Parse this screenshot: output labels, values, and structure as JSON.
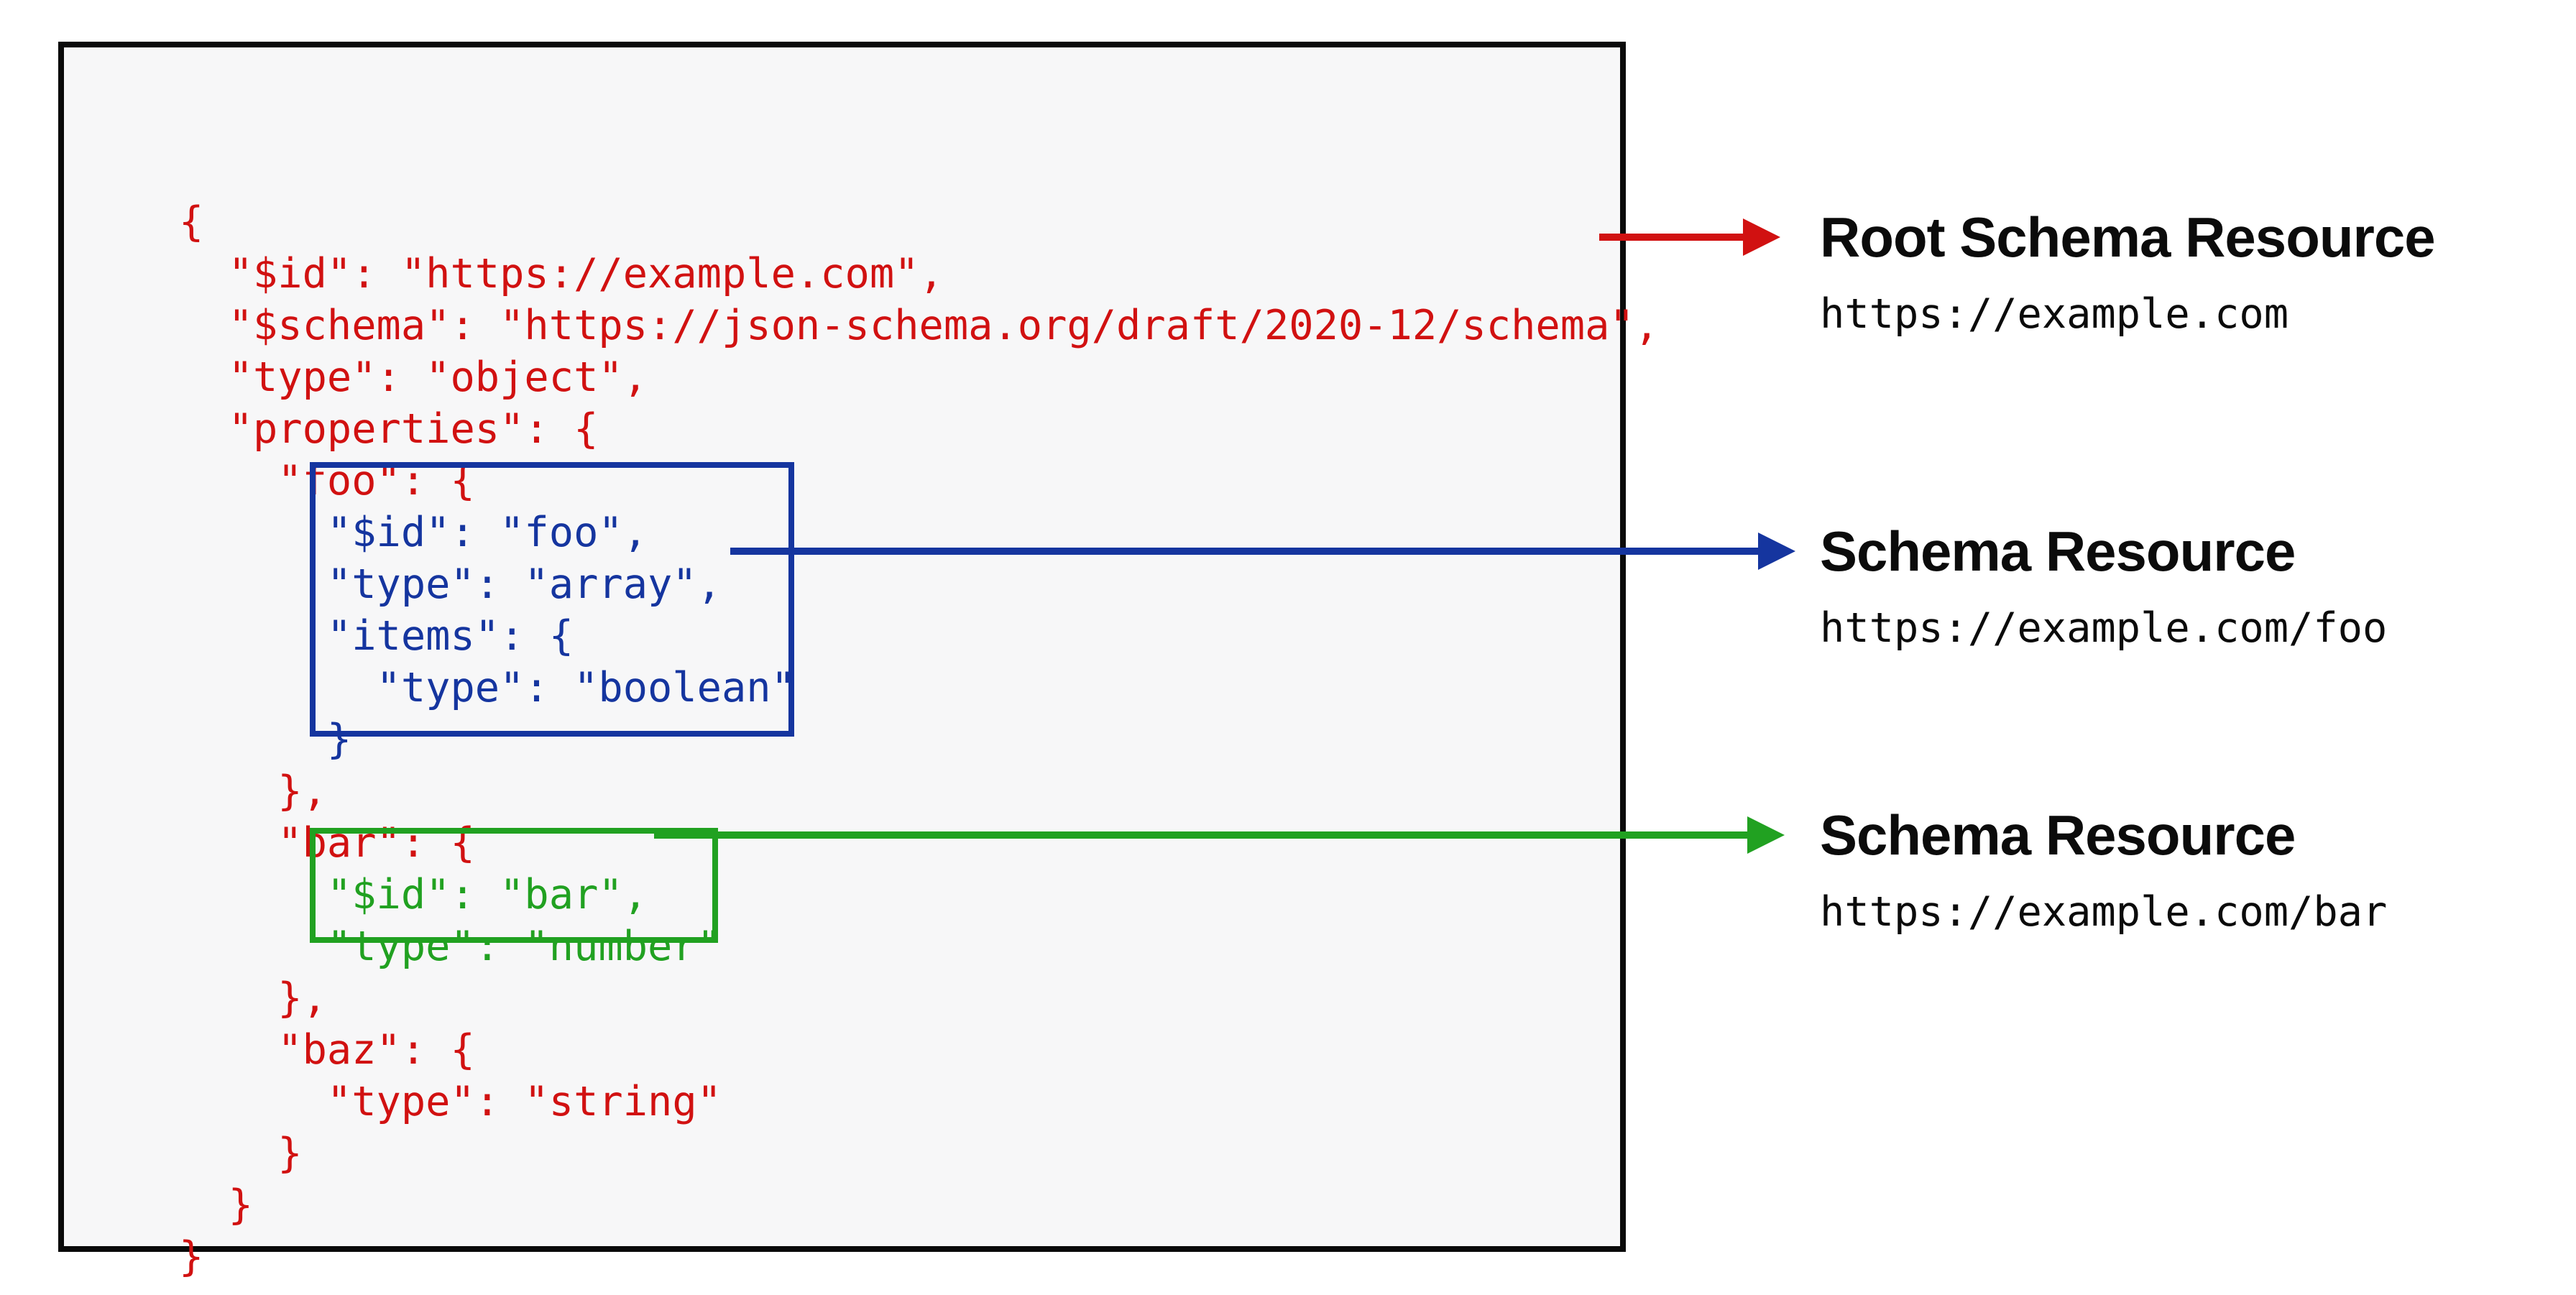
{
  "colors": {
    "red": "#d11111",
    "blue": "#15359f",
    "green": "#21a121",
    "panel_border": "#0a0a0a",
    "panel_fill": "#f7f7f8",
    "label_text": "#0b0b0b"
  },
  "code": {
    "lines": [
      {
        "text": "{",
        "color": "red"
      },
      {
        "text": "  \"$id\": \"https://example.com\",",
        "color": "red"
      },
      {
        "text": "  \"$schema\": \"https://json-schema.org/draft/2020-12/schema\",",
        "color": "red"
      },
      {
        "text": "  \"type\": \"object\",",
        "color": "red"
      },
      {
        "text": "  \"properties\": {",
        "color": "red"
      },
      {
        "text": "    \"foo\": {",
        "color": "red"
      },
      {
        "text": "      \"$id\": \"foo\",",
        "color": "blue"
      },
      {
        "text": "      \"type\": \"array\",",
        "color": "blue"
      },
      {
        "text": "      \"items\": {",
        "color": "blue"
      },
      {
        "text": "        \"type\": \"boolean\"",
        "color": "blue"
      },
      {
        "text": "      }",
        "color": "blue"
      },
      {
        "text": "    },",
        "color": "red"
      },
      {
        "text": "    \"bar\": {",
        "color": "red"
      },
      {
        "text": "      \"$id\": \"bar\",",
        "color": "green"
      },
      {
        "text": "      \"type\": \"number\"",
        "color": "green"
      },
      {
        "text": "    },",
        "color": "red"
      },
      {
        "text": "    \"baz\": {",
        "color": "red"
      },
      {
        "text": "      \"type\": \"string\"",
        "color": "red"
      },
      {
        "text": "    }",
        "color": "red"
      },
      {
        "text": "  }",
        "color": "red"
      },
      {
        "text": "}",
        "color": "red"
      }
    ]
  },
  "annotations": [
    {
      "title": "Root Schema Resource",
      "url": "https://example.com",
      "arrow_color": "red"
    },
    {
      "title": "Schema Resource",
      "url": "https://example.com/foo",
      "arrow_color": "blue"
    },
    {
      "title": "Schema Resource",
      "url": "https://example.com/bar",
      "arrow_color": "green"
    }
  ]
}
